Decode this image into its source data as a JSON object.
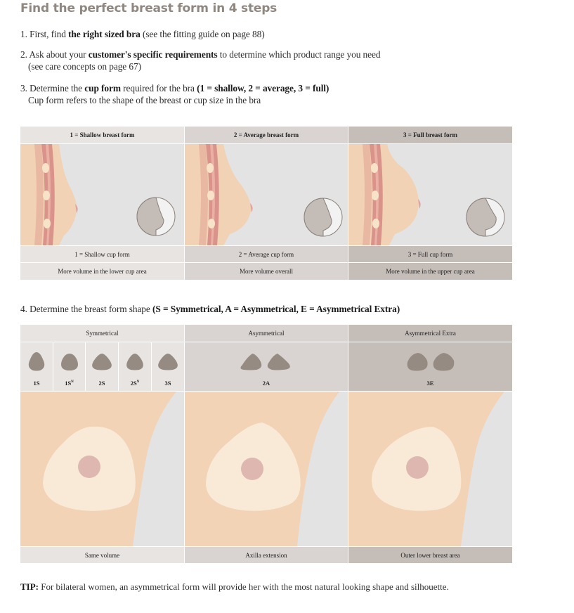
{
  "title": "Find the perfect breast form in 4 steps",
  "steps": [
    {
      "num": "1.",
      "pre": " First, find ",
      "bold": "the right sized bra",
      "post": " (see the fitting guide on page 88)"
    },
    {
      "num": "2.",
      "pre": " Ask about your ",
      "bold": "customer's specific requirements",
      "post": " to determine which product range you need",
      "line2": "(see care concepts on page 67)"
    },
    {
      "num": "3.",
      "pre": " Determine the ",
      "bold": "cup form",
      "post": " required for the bra ",
      "bold2": "(1 = shallow, 2 = average, 3 = full)",
      "line2": "Cup form refers to the shape of the breast or cup size in the bra"
    },
    {
      "num": "4.",
      "pre": " Determine the breast form shape ",
      "bold": "(S = Symmetrical, A = Asymmetrical, E = Asymmetrical Extra)"
    }
  ],
  "cup_table": {
    "columns": [
      {
        "header": "1 = Shallow breast form",
        "cup_form": "1 = Shallow cup form",
        "description": "More volume in the lower cup area"
      },
      {
        "header": "2 = Average breast form",
        "cup_form": "2 = Average cup form",
        "description": "More volume overall"
      },
      {
        "header": "3 = Full breast form",
        "cup_form": "3 = Full cup form",
        "description": "More volume in the upper cup area"
      }
    ]
  },
  "shape_table": {
    "columns": [
      {
        "header": "Symmetrical",
        "shapes": [
          {
            "code": "1S",
            "sup": ""
          },
          {
            "code": "1S",
            "sup": "N"
          },
          {
            "code": "2S",
            "sup": ""
          },
          {
            "code": "2S",
            "sup": "N"
          },
          {
            "code": "3S",
            "sup": ""
          }
        ],
        "footer": "Same volume"
      },
      {
        "header": "Asymmetrical",
        "shapes": [
          {
            "code": "2A",
            "sup": ""
          }
        ],
        "footer": "Axilla extension"
      },
      {
        "header": "Asymmetrical Extra",
        "shapes": [
          {
            "code": "3E",
            "sup": ""
          }
        ],
        "footer": "Outer lower breast area"
      }
    ]
  },
  "tip": {
    "label": "TIP:",
    "text": " For bilateral women, an asymmetrical form will provide her with the most natural looking shape and silhouette."
  },
  "colors": {
    "title": "#8f8780",
    "col1_bg": "#e8e4e1",
    "col2_bg": "#d9d4d1",
    "col3_bg": "#c5bdb8",
    "shape_fill": "#968b82",
    "skin": "#f2d6bd"
  }
}
